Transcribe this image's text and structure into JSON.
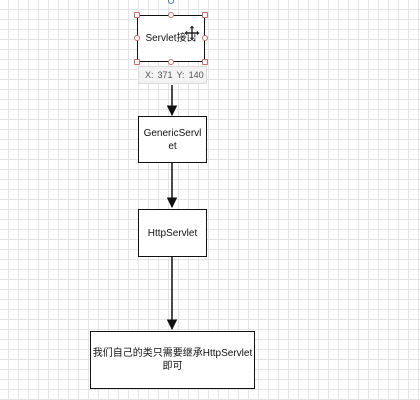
{
  "diagram": {
    "nodes": [
      {
        "id": "servlet",
        "label": "Servlet接口",
        "selected": true
      },
      {
        "id": "generic",
        "lines": [
          "GenericServl",
          "et"
        ]
      },
      {
        "id": "http",
        "label": "HttpServlet"
      },
      {
        "id": "note",
        "lines": [
          "我们自己的类只需要继承HttpServlet",
          "即可"
        ]
      }
    ],
    "coordinate_readout": {
      "x_label": "X:",
      "x_value": "371",
      "y_label": "Y:",
      "y_value": "140"
    }
  },
  "colors": {
    "grid": "#e4e4e4",
    "stroke": "#111111",
    "handle": "#d06a6a",
    "readout_bg": "#f3f3f3"
  },
  "icons": [
    "move-cursor-icon",
    "resize-handle-icon",
    "arrowhead-icon"
  ]
}
